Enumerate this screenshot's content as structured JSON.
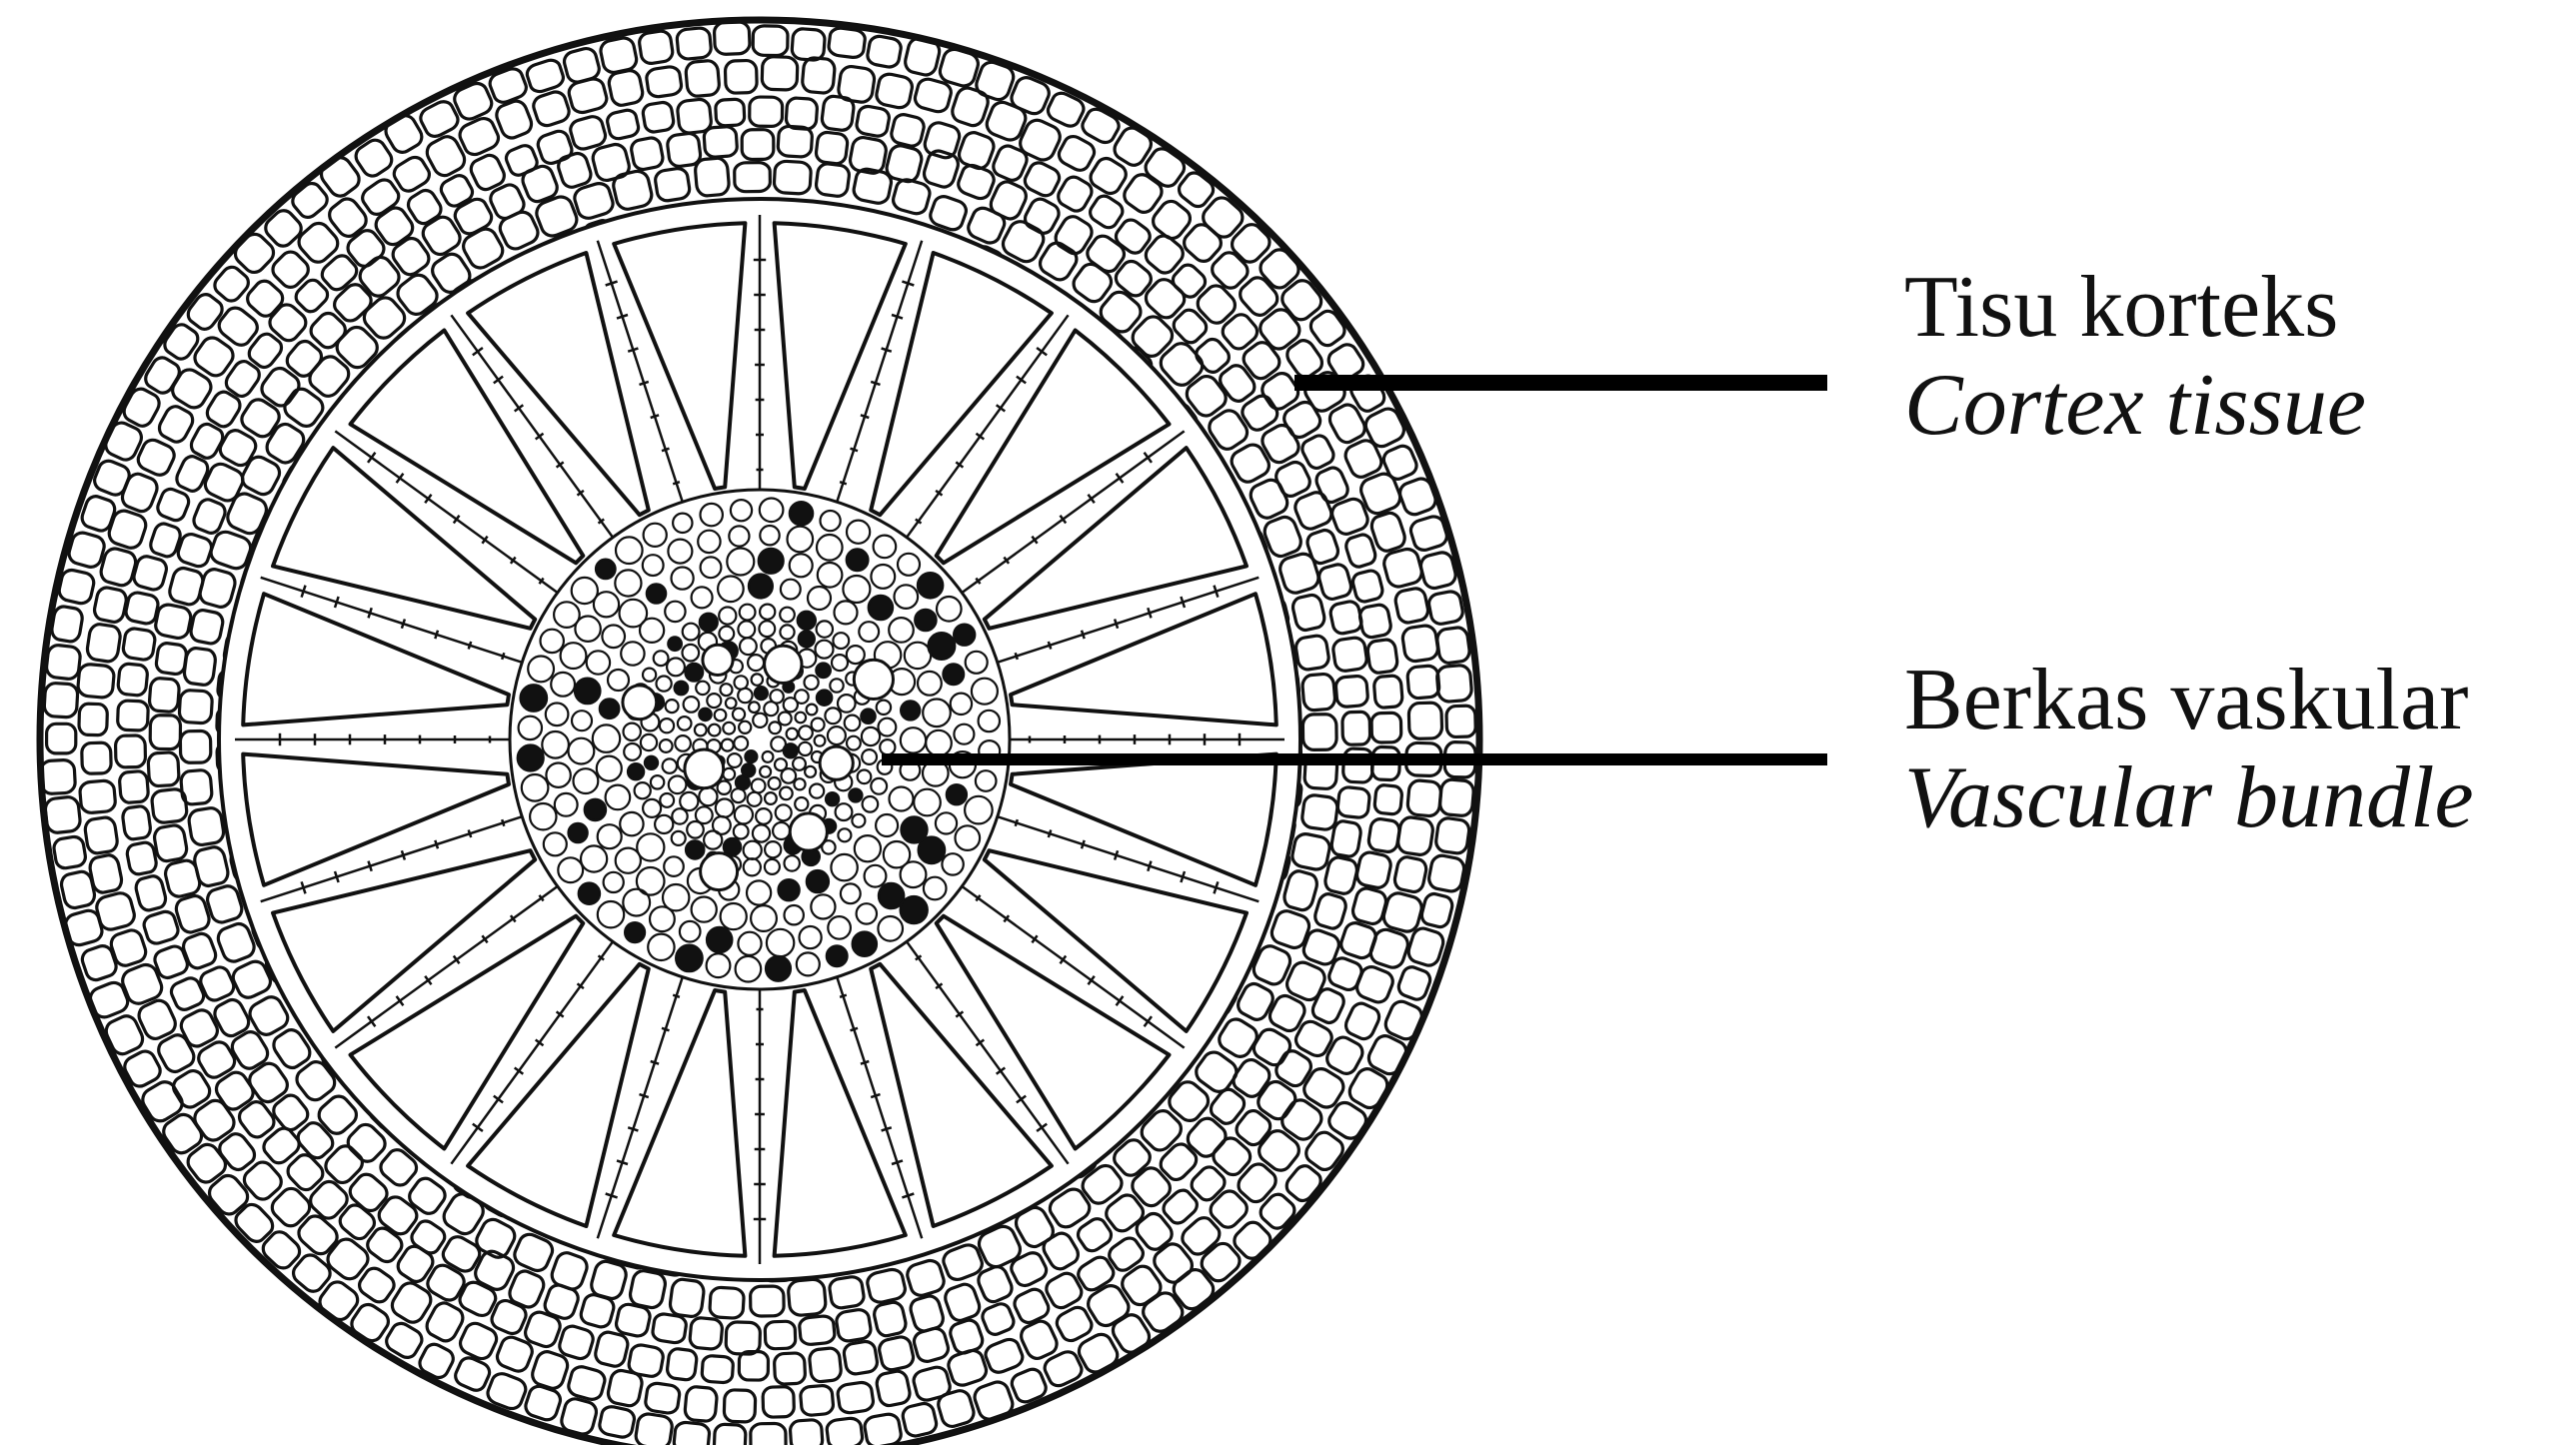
{
  "labels": {
    "cortex": {
      "malay": "Tisu korteks",
      "english": "Cortex tissue"
    },
    "vascular": {
      "malay": "Berkas vaskular",
      "english": "Vascular bundle"
    }
  },
  "colors": {
    "ink": "#111111",
    "background": "#ffffff"
  },
  "diagram": {
    "subject": "cross-section-of-monocot-root",
    "radial_chambers": 20
  }
}
